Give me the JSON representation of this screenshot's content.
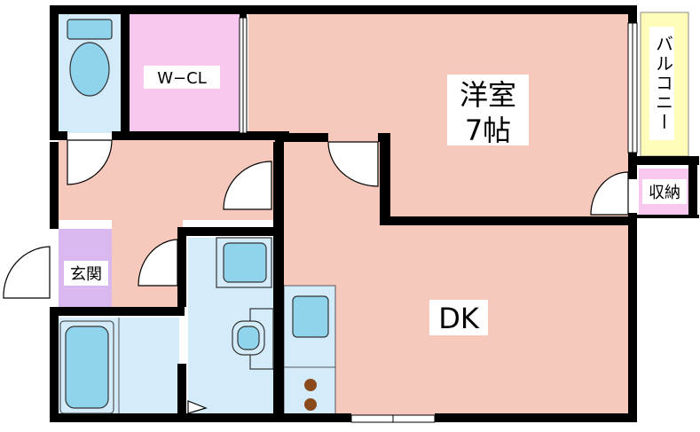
{
  "rooms": {
    "western_room_name": "洋室",
    "western_room_size": "7帖",
    "walk_in_closet": "W−CL",
    "balcony": "バルコニー",
    "storage": "収納",
    "entrance": "玄関",
    "dining_kitchen": "DK"
  },
  "colors": {
    "western_room": "#f7c9bd",
    "walk_in_closet": "#f9c8ef",
    "balcony": "#fffbb8",
    "storage": "#f9c8ef",
    "entrance": "#d8b8ef",
    "dk": "#f7c9bd",
    "hall": "#f7c9bd",
    "wet_area": "#d4ecfa",
    "fixture": "#8fd3ec",
    "wall": "#000000",
    "burner": "#8b4a1c"
  }
}
